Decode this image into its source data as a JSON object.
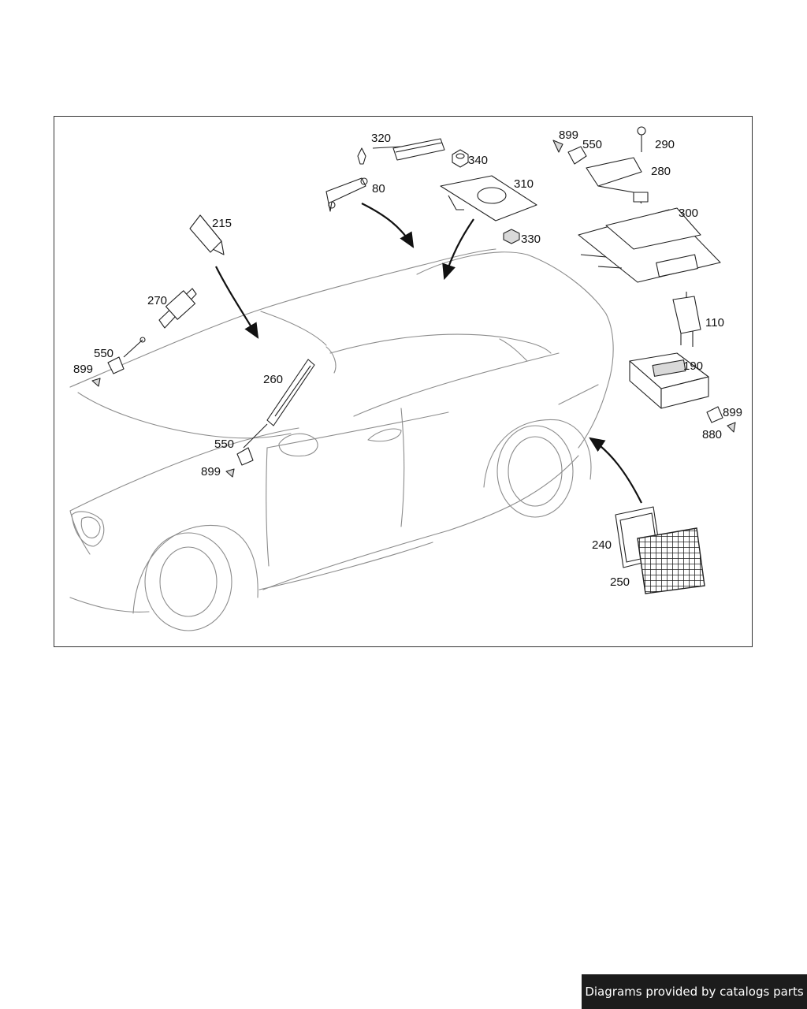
{
  "labels": {
    "l320": "320",
    "l340": "340",
    "l310": "310",
    "l80": "80",
    "l899a": "899",
    "l550a": "550",
    "l290": "290",
    "l280": "280",
    "l300": "300",
    "l330": "330",
    "l215": "215",
    "l270": "270",
    "l550b": "550",
    "l899b": "899",
    "l260": "260",
    "l550c": "550",
    "l899c": "899",
    "l110": "110",
    "l190": "190",
    "l899d": "899",
    "l880": "880",
    "l240": "240",
    "l250": "250"
  },
  "footer": {
    "credit": "Diagrams provided by catalogs parts"
  }
}
